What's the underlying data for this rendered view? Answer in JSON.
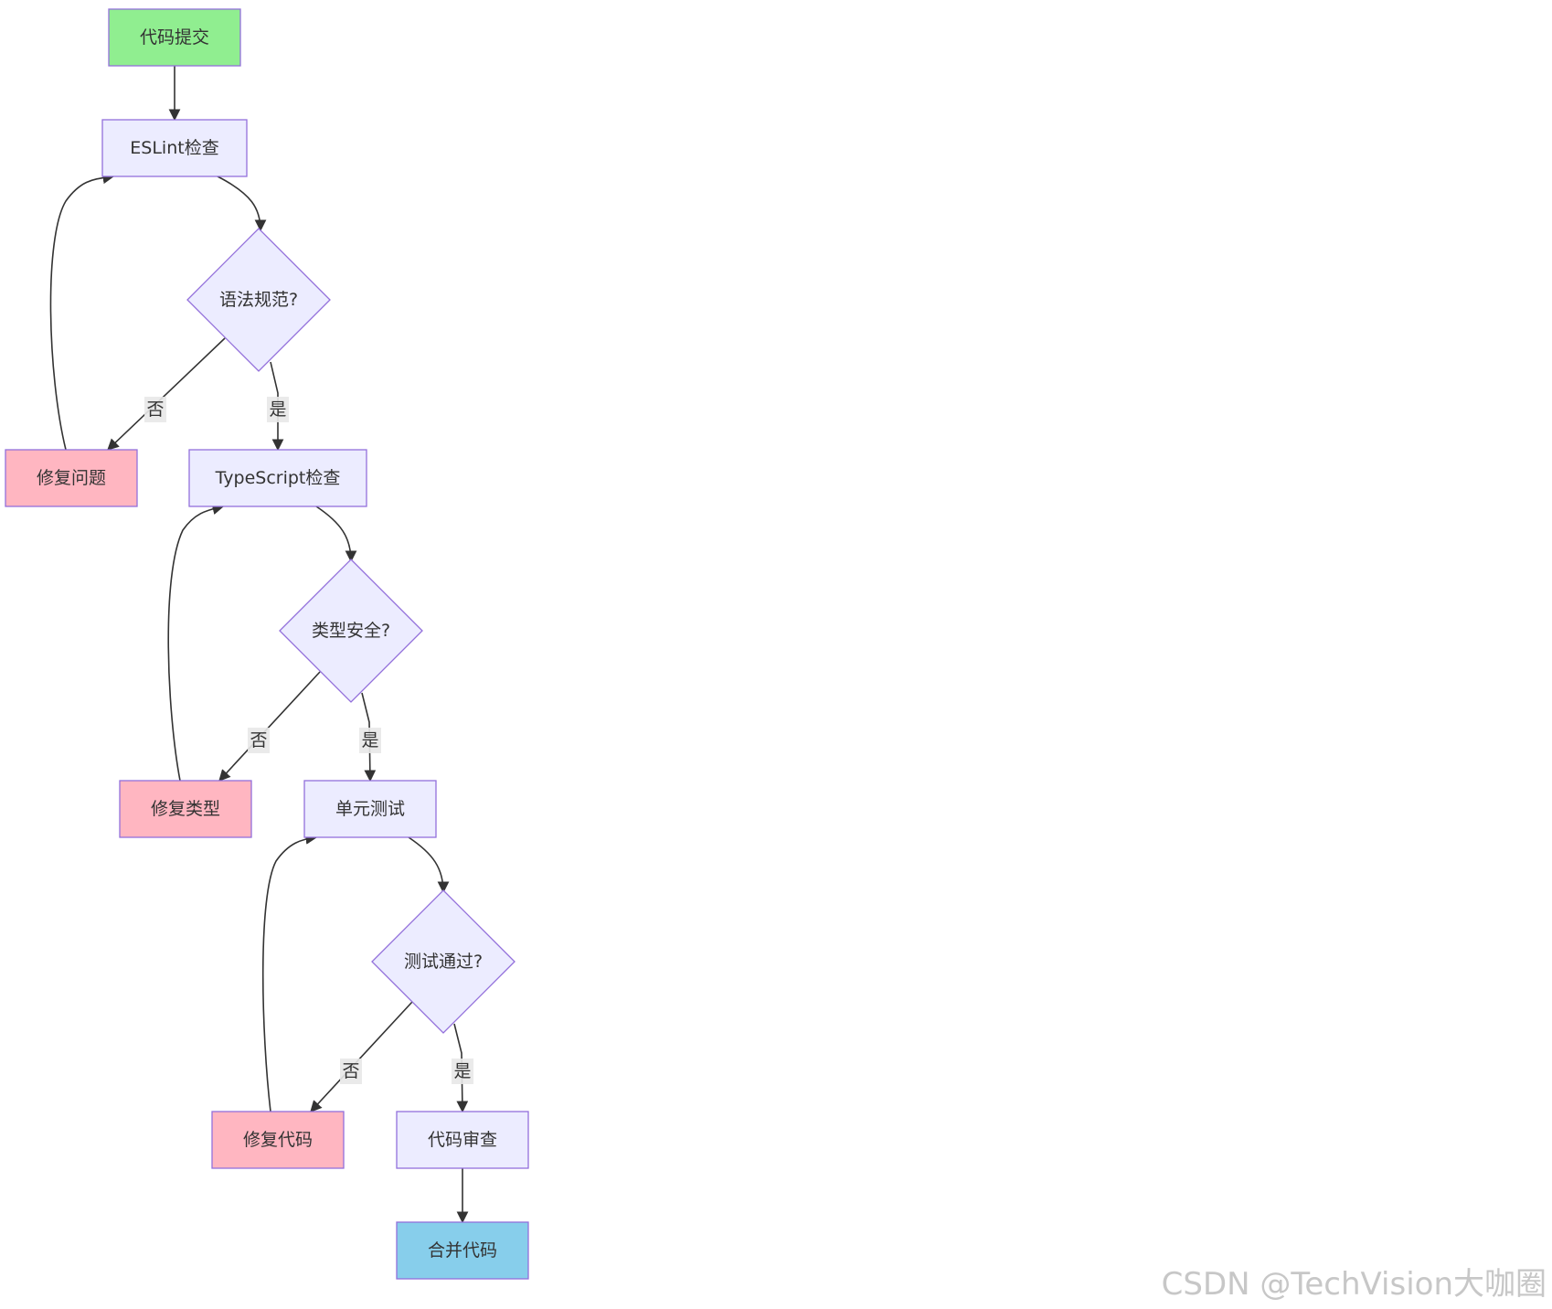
{
  "diagram": {
    "type": "flowchart",
    "colors": {
      "default_fill": "#ececff",
      "default_stroke": "#9370db",
      "start_fill": "#90ee90",
      "fix_fill": "#ffb6c1",
      "end_fill": "#87ceeb",
      "edge": "#333333",
      "label_bg": "#e8e8e8"
    },
    "nodes": [
      {
        "id": "commit",
        "label": "代码提交",
        "shape": "rect",
        "style": "start"
      },
      {
        "id": "eslint",
        "label": "ESLint检查",
        "shape": "rect",
        "style": "default"
      },
      {
        "id": "syntax_ok",
        "label": "语法规范?",
        "shape": "diamond",
        "style": "default"
      },
      {
        "id": "fix_issue",
        "label": "修复问题",
        "shape": "rect",
        "style": "fix"
      },
      {
        "id": "ts_check",
        "label": "TypeScript检查",
        "shape": "rect",
        "style": "default"
      },
      {
        "id": "type_safe",
        "label": "类型安全?",
        "shape": "diamond",
        "style": "default"
      },
      {
        "id": "fix_type",
        "label": "修复类型",
        "shape": "rect",
        "style": "fix"
      },
      {
        "id": "unit_test",
        "label": "单元测试",
        "shape": "rect",
        "style": "default"
      },
      {
        "id": "test_pass",
        "label": "测试通过?",
        "shape": "diamond",
        "style": "default"
      },
      {
        "id": "fix_code",
        "label": "修复代码",
        "shape": "rect",
        "style": "fix"
      },
      {
        "id": "code_review",
        "label": "代码审查",
        "shape": "rect",
        "style": "default"
      },
      {
        "id": "merge",
        "label": "合并代码",
        "shape": "rect",
        "style": "end"
      }
    ],
    "edges": [
      {
        "from": "commit",
        "to": "eslint",
        "label": ""
      },
      {
        "from": "eslint",
        "to": "syntax_ok",
        "label": ""
      },
      {
        "from": "syntax_ok",
        "to": "fix_issue",
        "label": "否"
      },
      {
        "from": "syntax_ok",
        "to": "ts_check",
        "label": "是"
      },
      {
        "from": "fix_issue",
        "to": "eslint",
        "label": ""
      },
      {
        "from": "ts_check",
        "to": "type_safe",
        "label": ""
      },
      {
        "from": "type_safe",
        "to": "fix_type",
        "label": "否"
      },
      {
        "from": "type_safe",
        "to": "unit_test",
        "label": "是"
      },
      {
        "from": "fix_type",
        "to": "ts_check",
        "label": ""
      },
      {
        "from": "unit_test",
        "to": "test_pass",
        "label": ""
      },
      {
        "from": "test_pass",
        "to": "fix_code",
        "label": "否"
      },
      {
        "from": "test_pass",
        "to": "code_review",
        "label": "是"
      },
      {
        "from": "fix_code",
        "to": "unit_test",
        "label": ""
      },
      {
        "from": "code_review",
        "to": "merge",
        "label": ""
      }
    ]
  },
  "watermark": "CSDN @TechVision大咖圈"
}
